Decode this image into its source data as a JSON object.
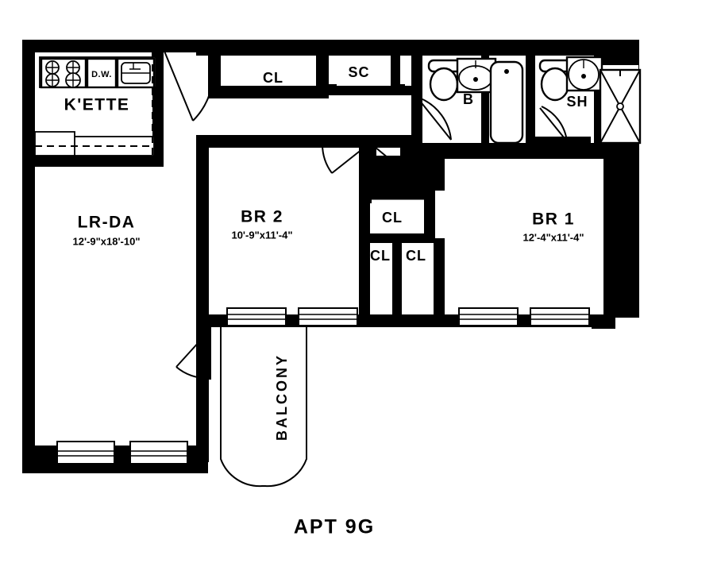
{
  "title": "APT 9G",
  "plan": {
    "apartment_label": "APT 9G",
    "rooms": [
      {
        "id": "lr-da",
        "name": "LR-DA",
        "dimensions": "12'-9\"x18'-10\""
      },
      {
        "id": "br2",
        "name": "BR 2",
        "dimensions": "10'-9\"x11'-4\""
      },
      {
        "id": "br1",
        "name": "BR 1",
        "dimensions": "12'-4\"x11'-4\""
      },
      {
        "id": "kitchen",
        "name": "K'ETTE",
        "dimensions": ""
      },
      {
        "id": "balcony",
        "name": "BALCONY",
        "dimensions": ""
      }
    ],
    "closets": [
      {
        "id": "cl-hall",
        "name": "CL"
      },
      {
        "id": "cl-center-top",
        "name": "CL"
      },
      {
        "id": "cl-center-left",
        "name": "CL"
      },
      {
        "id": "cl-center-right",
        "name": "CL"
      }
    ],
    "utility": [
      {
        "id": "sc",
        "name": "SC"
      }
    ],
    "baths": [
      {
        "id": "bath-b",
        "name": "B"
      },
      {
        "id": "bath-sh",
        "name": "SH"
      }
    ],
    "appliances": [
      {
        "id": "dishwasher",
        "name": "D.W."
      },
      {
        "id": "range",
        "name": "range"
      },
      {
        "id": "kitchen-sink",
        "name": "sink"
      }
    ],
    "fixtures": [
      {
        "id": "toilet-1",
        "name": "toilet"
      },
      {
        "id": "lavatory-1",
        "name": "lavatory"
      },
      {
        "id": "bathtub",
        "name": "bathtub"
      },
      {
        "id": "toilet-2",
        "name": "toilet"
      },
      {
        "id": "lavatory-2",
        "name": "lavatory"
      },
      {
        "id": "shower-stall",
        "name": "shower"
      }
    ],
    "windows_count": 6,
    "colors": {
      "wall": "#000000",
      "floor": "#ffffff",
      "text": "#000000"
    }
  }
}
